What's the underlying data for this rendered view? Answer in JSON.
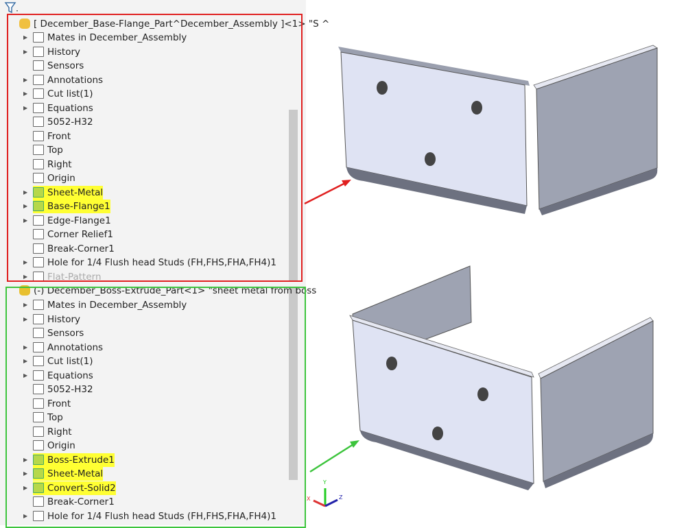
{
  "top_part": {
    "title": "[ December_Base-Flange_Part^December_Assembly ]<1> \"S ^",
    "items": [
      {
        "label": "Mates in December_Assembly",
        "arrow": true
      },
      {
        "label": "History",
        "arrow": true
      },
      {
        "label": "Sensors",
        "arrow": false
      },
      {
        "label": "Annotations",
        "arrow": true
      },
      {
        "label": "Cut list(1)",
        "arrow": true
      },
      {
        "label": "Equations",
        "arrow": true
      },
      {
        "label": "5052-H32",
        "arrow": false
      },
      {
        "label": "Front",
        "arrow": false
      },
      {
        "label": "Top",
        "arrow": false
      },
      {
        "label": "Right",
        "arrow": false
      },
      {
        "label": "Origin",
        "arrow": false
      },
      {
        "label": "Sheet-Metal",
        "arrow": true,
        "highlight": true
      },
      {
        "label": "Base-Flange1",
        "arrow": true,
        "highlight": true
      },
      {
        "label": "Edge-Flange1",
        "arrow": true
      },
      {
        "label": "Corner Relief1",
        "arrow": false
      },
      {
        "label": "Break-Corner1",
        "arrow": false
      },
      {
        "label": "Hole for 1/4 Flush head Studs (FH,FHS,FHA,FH4)1",
        "arrow": true
      },
      {
        "label": "Flat-Pattern",
        "arrow": true,
        "dim": true
      }
    ]
  },
  "bottom_part": {
    "title": "(-) December_Boss-Extrude_Part<1> \"sheet metal from boss",
    "items": [
      {
        "label": "Mates in December_Assembly",
        "arrow": true
      },
      {
        "label": "History",
        "arrow": true
      },
      {
        "label": "Sensors",
        "arrow": false
      },
      {
        "label": "Annotations",
        "arrow": true
      },
      {
        "label": "Cut list(1)",
        "arrow": true
      },
      {
        "label": "Equations",
        "arrow": true
      },
      {
        "label": "5052-H32",
        "arrow": false
      },
      {
        "label": "Front",
        "arrow": false
      },
      {
        "label": "Top",
        "arrow": false
      },
      {
        "label": "Right",
        "arrow": false
      },
      {
        "label": "Origin",
        "arrow": false
      },
      {
        "label": "Boss-Extrude1",
        "arrow": true,
        "highlight": true
      },
      {
        "label": "Sheet-Metal",
        "arrow": true,
        "highlight": true
      },
      {
        "label": "Convert-Solid2",
        "arrow": true,
        "highlight": true
      },
      {
        "label": "Break-Corner1",
        "arrow": false
      },
      {
        "label": "Hole for 1/4 Flush head Studs (FH,FHS,FHA,FH4)1",
        "arrow": true
      }
    ]
  },
  "triad": {
    "x": "X",
    "y": "Y",
    "z": "Z"
  },
  "colors": {
    "red": "#e02020",
    "green": "#3cc43c",
    "highlight": "#ffff33"
  }
}
